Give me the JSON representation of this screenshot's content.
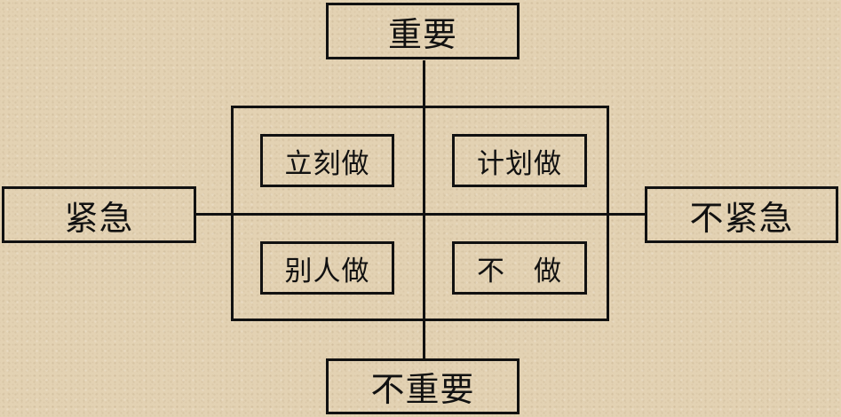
{
  "axes": {
    "top": "重要",
    "bottom": "不重要",
    "left": "紧急",
    "right": "不紧急"
  },
  "quadrants": {
    "top_left": "立刻做",
    "top_right": "计划做",
    "bottom_left": "别人做",
    "bottom_right": "不　做"
  }
}
